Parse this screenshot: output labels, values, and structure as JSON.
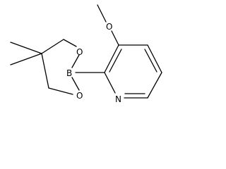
{
  "molecule": {
    "atoms": {
      "methoxy_oxygen": "O",
      "ring_oxygen_top": "O",
      "ring_oxygen_bottom": "O",
      "boron": "B",
      "pyridine_nitrogen": "N"
    },
    "colors": {
      "bond": "#000000",
      "label": "#000000",
      "background": "#ffffff"
    }
  }
}
